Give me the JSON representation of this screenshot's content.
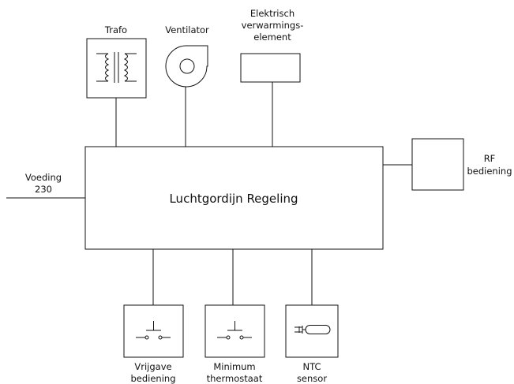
{
  "main_block": {
    "label": "Luchtgordijn Regeling"
  },
  "top_components": {
    "trafo": {
      "label": "Trafo"
    },
    "ventilator": {
      "label": "Ventilator"
    },
    "heater": {
      "label_lines": [
        "Elektrisch",
        "verwarmings-",
        "element"
      ]
    }
  },
  "side_components": {
    "supply": {
      "label_lines": [
        "Voeding",
        "230"
      ]
    },
    "rf_control": {
      "label_lines": [
        "RF",
        "bediening"
      ]
    }
  },
  "bottom_components": {
    "enable_control": {
      "label_lines": [
        "Vrijgave",
        "bediening"
      ]
    },
    "min_thermostat": {
      "label_lines": [
        "Minimum",
        "thermostaat"
      ]
    },
    "ntc_sensor": {
      "label_lines": [
        "NTC",
        "sensor"
      ]
    }
  },
  "colors": {
    "line": "#111111",
    "background": "#ffffff"
  }
}
